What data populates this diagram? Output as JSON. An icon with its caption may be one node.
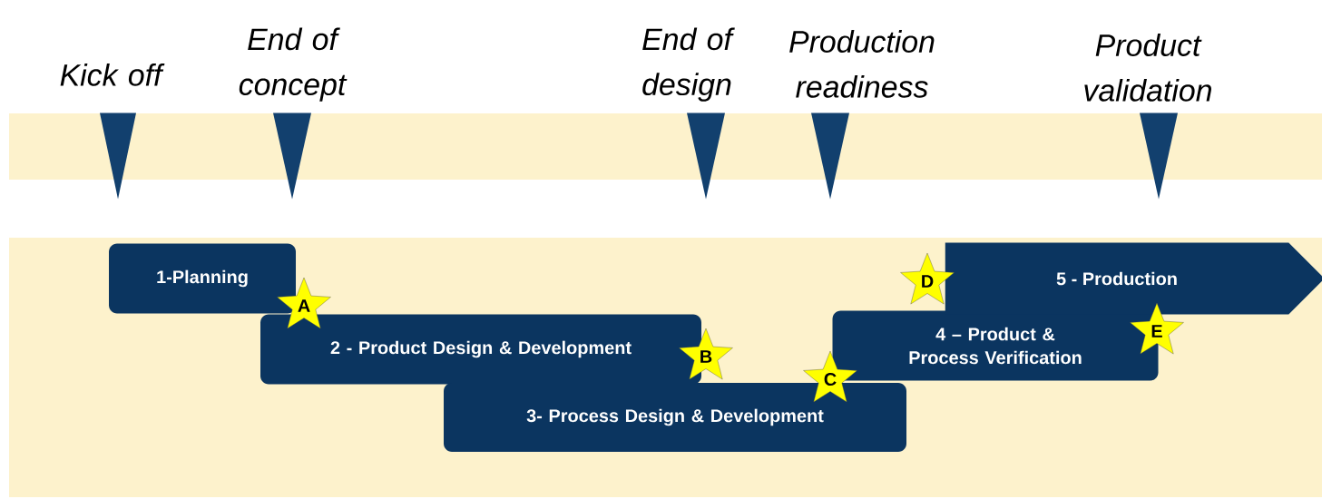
{
  "diagram": {
    "nodes": [
      {
        "text": [
          "Kick off"
        ]
      },
      {
        "text": [
          "End of concept"
        ]
      },
      {
        "text": [
          "End of design"
        ]
      },
      {
        "text": [
          "Production readiness"
        ]
      },
      {
        "text": [
          "Product validation"
        ]
      },
      {
        "text": [
          "1-Planning"
        ]
      },
      {
        "text": [
          "2 - Product Design & Development"
        ]
      },
      {
        "text": [
          "3- Process Design & Development"
        ]
      },
      {
        "text": [
          "4 – Product & Process Verification"
        ]
      },
      {
        "text": [
          "5 - Production"
        ]
      },
      {
        "text": [
          "A"
        ]
      },
      {
        "text": [
          "B"
        ]
      },
      {
        "text": [
          "C"
        ]
      },
      {
        "text": [
          "D"
        ]
      },
      {
        "text": [
          "E"
        ]
      }
    ]
  }
}
